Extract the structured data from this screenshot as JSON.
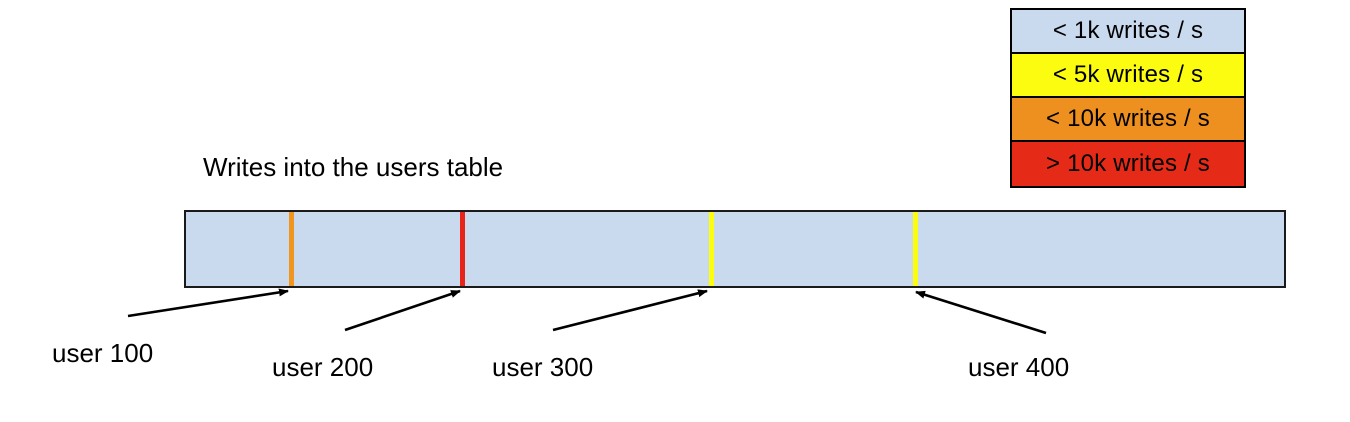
{
  "chart_data": {
    "type": "bar",
    "title": "Writes into the users table",
    "xlabel": "",
    "ylabel": "",
    "orientation": "horizontal",
    "description": "A single horizontal range bar representing the users table keyspace, shaded by write rate, with colored partition markers at user 100, 200, 300 and 400.",
    "bar": {
      "fill_color": "#c9d9ee",
      "border_color": "#1a1a1a",
      "range_start_label": "",
      "range_end_label": ""
    },
    "categories": [
      "user 100",
      "user 200",
      "user 300",
      "user 400"
    ],
    "markers": [
      {
        "label": "user 100",
        "color": "#f0961e",
        "band": "< 10k writes / s",
        "position_pct": 9.7
      },
      {
        "label": "user 200",
        "color": "#e82418",
        "band": "> 10k writes / s",
        "position_pct": 25.2
      },
      {
        "label": "user 300",
        "color": "#fcfc10",
        "band": "< 5k writes / s",
        "position_pct": 47.7
      },
      {
        "label": "user 400",
        "color": "#fcfc10",
        "band": "< 5k writes / s",
        "position_pct": 66.3
      }
    ],
    "legend_position": "top-right",
    "legend": [
      {
        "label": "< 1k writes / s",
        "color": "#c9d9ee"
      },
      {
        "label": "< 5k writes / s",
        "color": "#fcfc10"
      },
      {
        "label": "< 10k writes / s",
        "color": "#ed9020"
      },
      {
        "label": "> 10k writes / s",
        "color": "#e62a18"
      }
    ]
  },
  "legend": {
    "rows": [
      {
        "label": "< 1k writes / s",
        "color": "#c9d9ee"
      },
      {
        "label": "< 5k writes / s",
        "color": "#fcfc10"
      },
      {
        "label": "< 10k writes / s",
        "color": "#ed9020"
      },
      {
        "label": "> 10k writes / s",
        "color": "#e62a18"
      }
    ]
  },
  "title": {
    "text": "Writes into the users table"
  },
  "bar": {
    "fill": "#c9d9ee",
    "markers": [
      {
        "name": "user-100",
        "color": "#f0961e"
      },
      {
        "name": "user-200",
        "color": "#e82418"
      },
      {
        "name": "user-300",
        "color": "#fcfc10"
      },
      {
        "name": "user-400",
        "color": "#fcfc10"
      }
    ]
  },
  "labels": {
    "user_100": "user 100",
    "user_200": "user 200",
    "user_300": "user 300",
    "user_400": "user 400"
  }
}
